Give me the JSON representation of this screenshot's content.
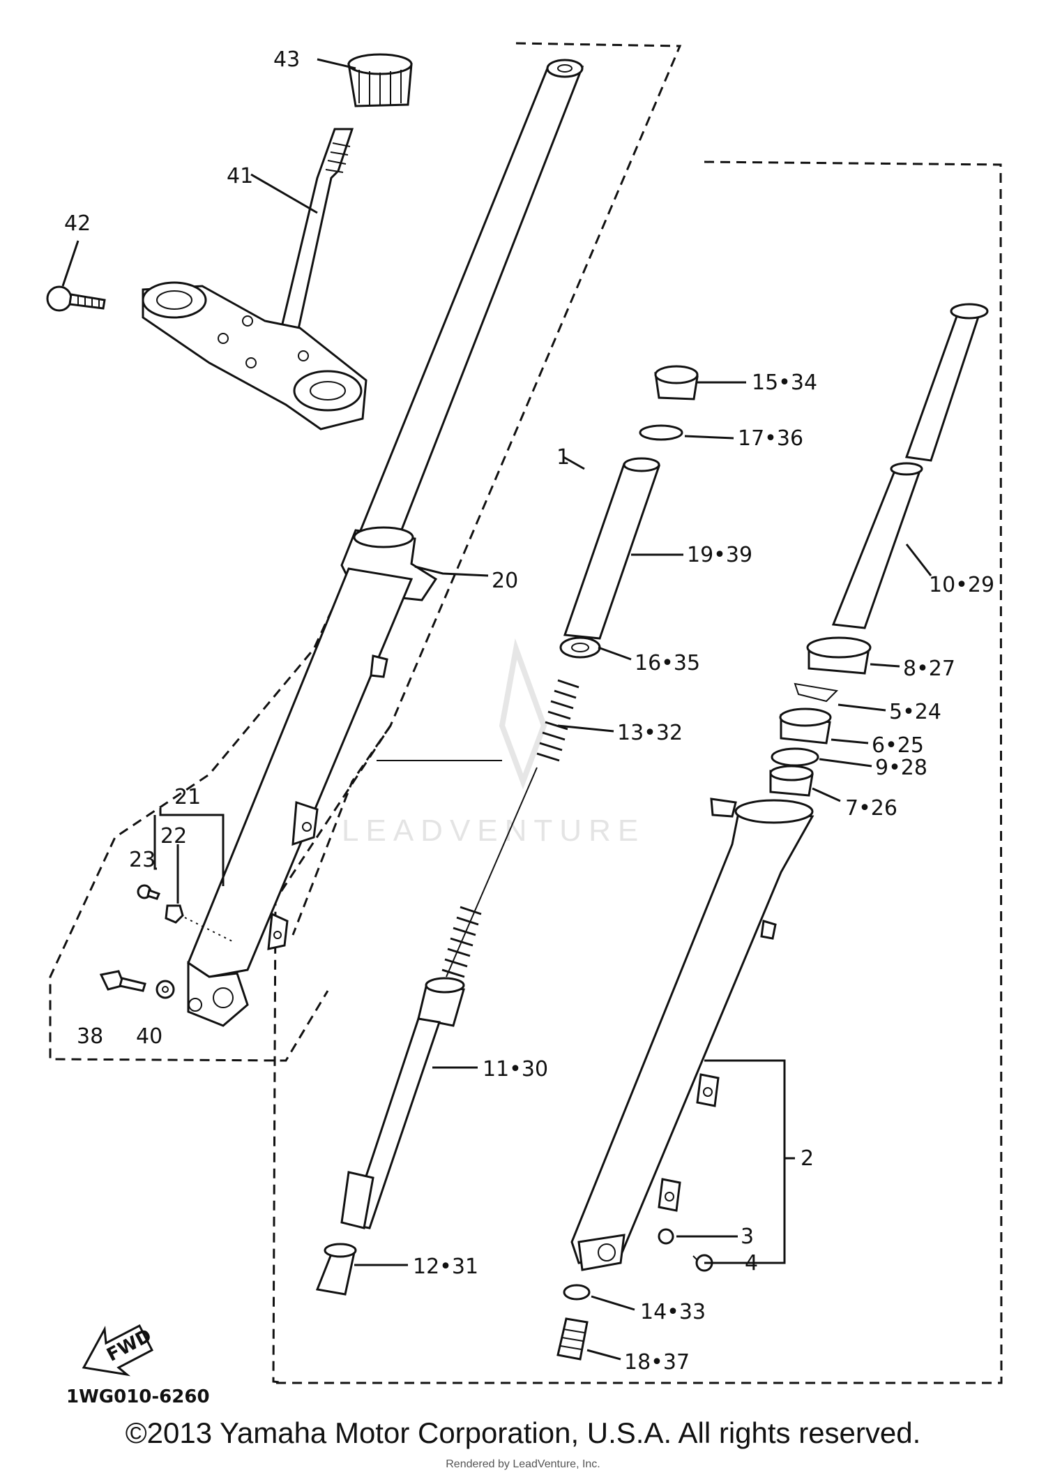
{
  "callouts": {
    "c43": "43",
    "c41": "41",
    "c42": "42",
    "c15": "15•34",
    "c17": "17•36",
    "c1": "1",
    "c19": "19•39",
    "c20": "20",
    "c10": "10•29",
    "c16": "16•35",
    "c8": "8•27",
    "c5": "5•24",
    "c13": "13•32",
    "c6": "6•25",
    "c9": "9•28",
    "c7": "7•26",
    "c21": "21",
    "c22": "22",
    "c23": "23",
    "c38": "38",
    "c40": "40",
    "c11": "11•30",
    "c2": "2",
    "c3": "3",
    "c4": "4",
    "c12": "12•31",
    "c14": "14•33",
    "c18": "18•37"
  },
  "fwd_label": "FWD",
  "diagram_code": "1WG010-6260",
  "watermark": "LEADVENTURE",
  "copyright": "©2013 Yamaha Motor Corporation, U.S.A. All rights reserved.",
  "rendered_by": "Rendered by LeadVenture, Inc."
}
